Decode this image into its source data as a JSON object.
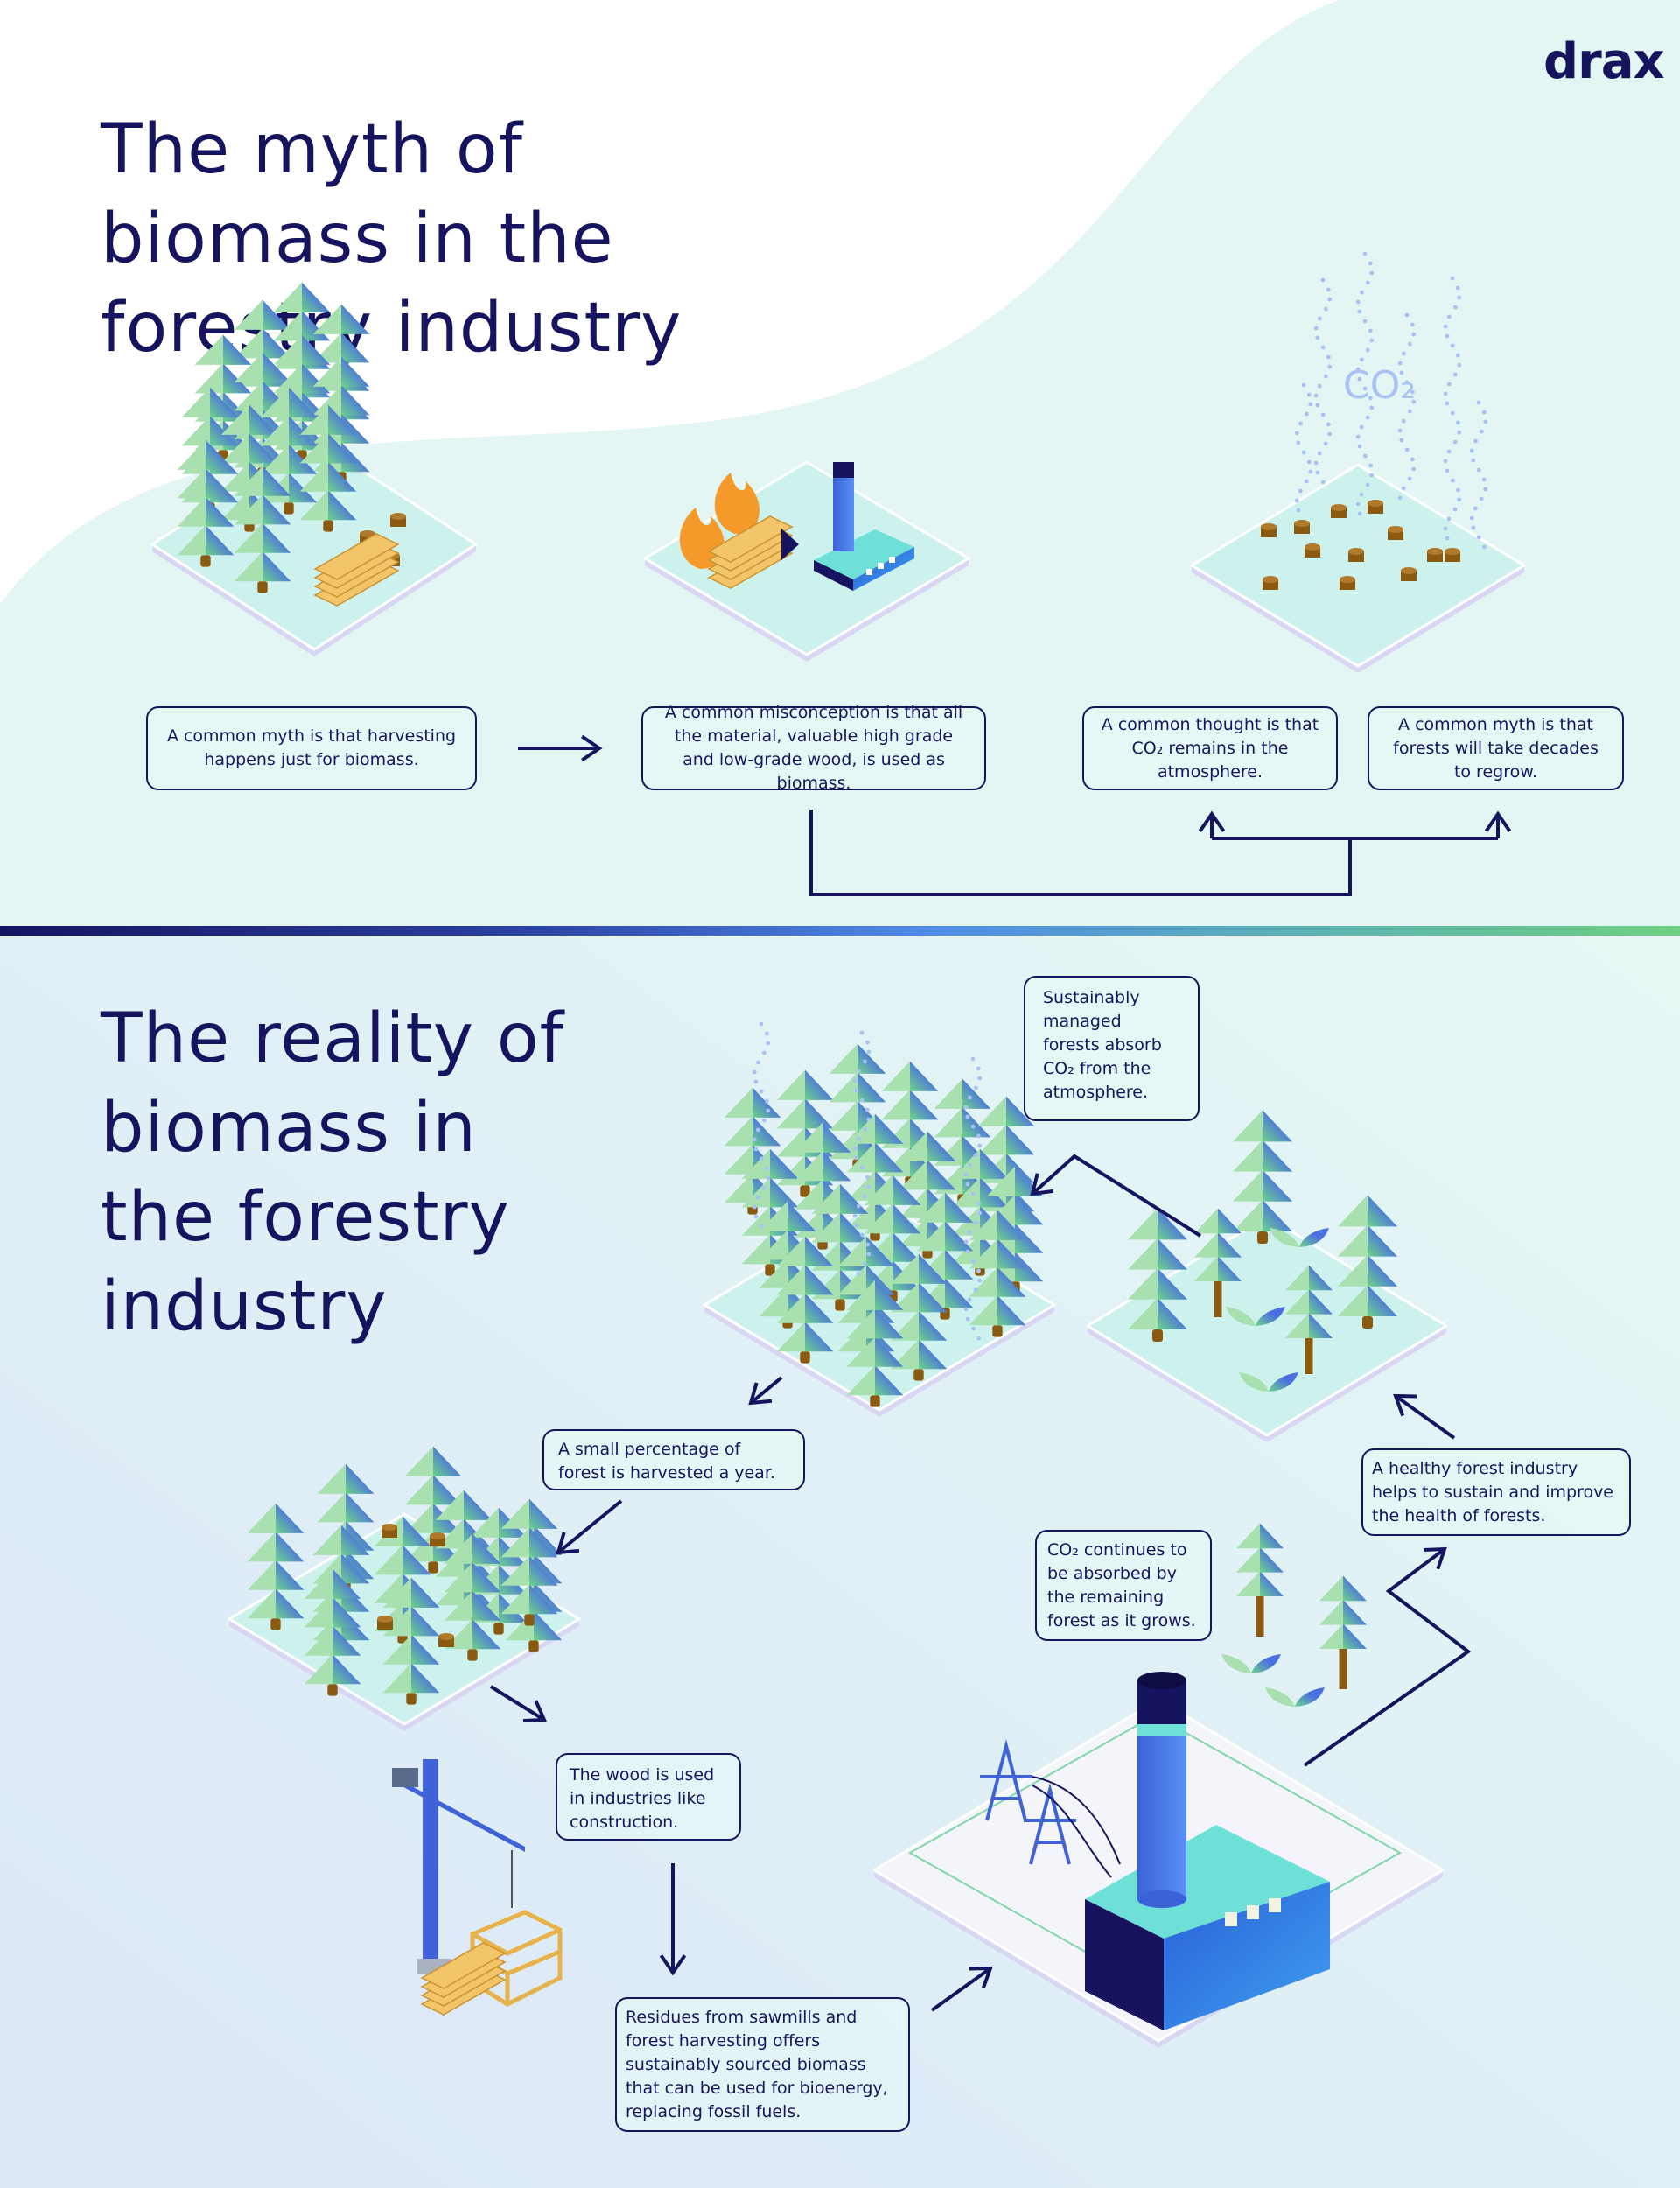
{
  "brand": {
    "logo": "drax"
  },
  "myth": {
    "title_lines": [
      "The myth of",
      "biomass in the",
      "forestry industry"
    ],
    "co2_label": "CO₂",
    "boxes": [
      "A common myth is that harvesting happens just for biomass.",
      "A common misconception is that all the material, valuable high grade and low-grade wood, is used as biomass.",
      "A common thought is that CO₂ remains in the atmosphere.",
      "A common myth is that forests will take decades to regrow."
    ]
  },
  "reality": {
    "title_lines": [
      "The reality of",
      "biomass in",
      "the forestry",
      "industry"
    ],
    "boxes": {
      "absorb": "Sustainably managed forests absorb CO₂ from the atmosphere.",
      "harvest": "A small percentage of forest is harvested a year.",
      "healthy": "A healthy forest industry helps to sustain and improve the health of forests.",
      "continues": "CO₂ continues to be absorbed by the remaining forest as it grows.",
      "wood": "The wood is used in industries like construction.",
      "residues": "Residues from sawmills and forest harvesting offers sustainably sourced biomass that can be used for bioenergy, replacing fossil fuels."
    }
  },
  "colors": {
    "navy": "#16145f",
    "mint": "#e3f6f3",
    "tree_light": "#a8e0b0",
    "tree_blue": "#4a6fe0",
    "trunk": "#8a5a10",
    "co2": "#a9c2f5"
  }
}
